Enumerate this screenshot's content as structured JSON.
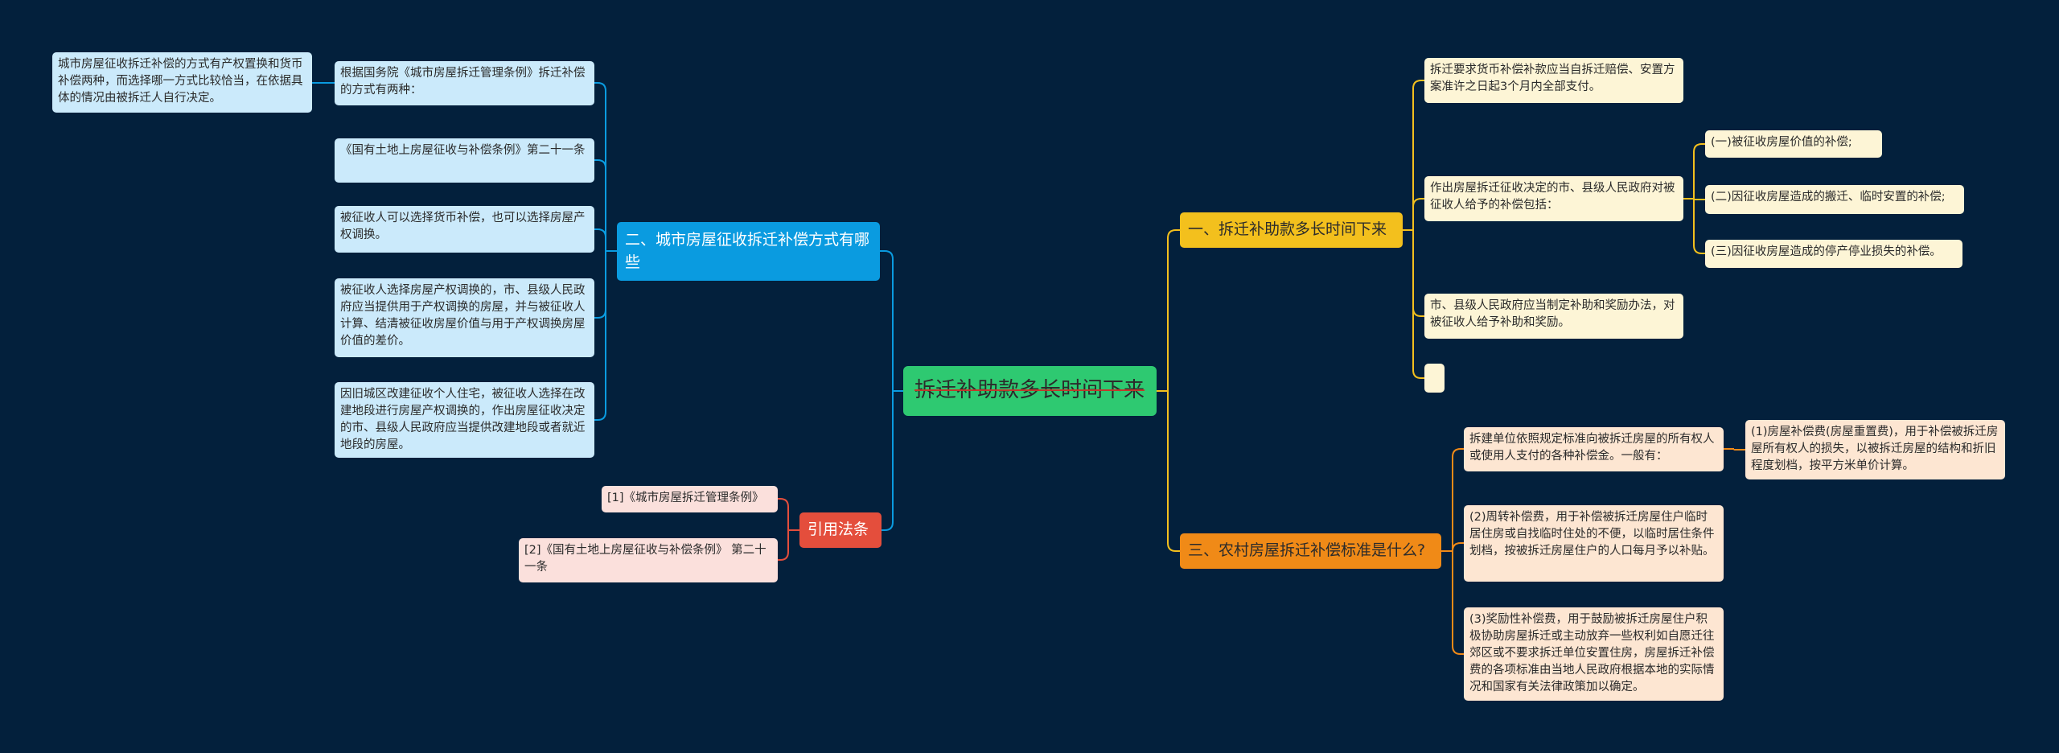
{
  "center": {
    "label": "拆迁补助款多长时间下来"
  },
  "branches": {
    "section1": {
      "title": "一、拆迁补助款多长时间下来",
      "items": [
        "拆迁要求货币补偿补款应当自拆迁赔偿、安置方案准许之日起3个月内全部支付。",
        "作出房屋拆迁征收决定的市、县级人民政府对被征收人给予的补偿包括：",
        "市、县级人民政府应当制定补助和奖励办法，对被征收人给予补助和奖励。",
        ""
      ],
      "sub_items": [
        "(一)被征收房屋价值的补偿;",
        "(二)因征收房屋造成的搬迁、临时安置的补偿;",
        "(三)因征收房屋造成的停产停业损失的补偿。"
      ]
    },
    "section2": {
      "title": "二、城市房屋征收拆迁补偿方式有哪些",
      "items": [
        "根据国务院《城市房屋拆迁管理条例》拆迁补偿的方式有两种：",
        "《国有土地上房屋征收与补偿条例》第二十一条",
        "被征收人可以选择货币补偿，也可以选择房屋产权调换。",
        "被征收人选择房屋产权调换的，市、县级人民政府应当提供用于产权调换的房屋，并与被征收人计算、结清被征收房屋价值与用于产权调换房屋价值的差价。",
        "因旧城区改建征收个人住宅，被征收人选择在改建地段进行房屋产权调换的，作出房屋征收决定的市、县级人民政府应当提供改建地段或者就近地段的房屋。"
      ],
      "sub_item": "城市房屋征收拆迁补偿的方式有产权置换和货币补偿两种，而选择哪一方式比较恰当，在依据具体的情况由被拆迁人自行决定。"
    },
    "section3": {
      "title": "三、农村房屋拆迁补偿标准是什么?",
      "items": [
        "拆建单位依照规定标准向被拆迁房屋的所有权人或使用人支付的各种补偿金。一般有：",
        "(2)周转补偿费，用于补偿被拆迁房屋住户临时居住房或自找临时住处的不便，以临时居住条件划档，按被拆迁房屋住户的人口每月予以补贴。",
        "(3)奖励性补偿费，用于鼓励被拆迁房屋住户积极协助房屋拆迁或主动放弃一些权利如自愿迁往郊区或不要求拆迁单位安置住房，房屋拆迁补偿费的各项标准由当地人民政府根据本地的实际情况和国家有关法律政策加以确定。"
      ],
      "sub_item": "(1)房屋补偿费(房屋重置费)，用于补偿被拆迁房屋所有权人的损失，以被拆迁房屋的结构和折旧程度划档，按平方米单价计算。"
    },
    "references": {
      "title": "引用法条",
      "items": [
        "[1]《城市房屋拆迁管理条例》",
        "[2]《国有土地上房屋征收与补偿条例》 第二十一条"
      ]
    }
  },
  "colors": {
    "background": "#03203c",
    "center": "#2ec971",
    "section1": "#f3c01d",
    "section2": "#0a9be0",
    "section3": "#f08a17",
    "references": "#e44e3c"
  }
}
